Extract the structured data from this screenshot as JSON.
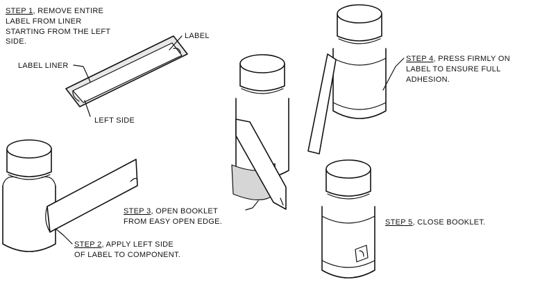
{
  "steps": {
    "step1": {
      "number": "STEP 1",
      "text_l1": ", REMOVE ENTIRE",
      "text_l2": "LABEL FROM LINER",
      "text_l3": "STARTING FROM THE LEFT",
      "text_l4": "SIDE."
    },
    "step2": {
      "number": "STEP 2",
      "text_l1": ", APPLY LEFT SIDE",
      "text_l2": "OF LABEL TO COMPONENT."
    },
    "step3": {
      "number": "STEP 3",
      "text_l1": ", OPEN BOOKLET",
      "text_l2": "FROM EASY OPEN EDGE."
    },
    "step4": {
      "number": "STEP 4",
      "text_l1": ", PRESS FIRMLY ON",
      "text_l2": "LABEL TO ENSURE FULL",
      "text_l3": "ADHESION."
    },
    "step5": {
      "number": "STEP 5",
      "text_l1": ", CLOSE BOOKLET."
    }
  },
  "callouts": {
    "label": "LABEL",
    "label_liner": "LABEL LINER",
    "left_side": "LEFT SIDE"
  },
  "colors": {
    "ink": "#111111",
    "shade": "#e8e8e8",
    "background": "#ffffff"
  }
}
